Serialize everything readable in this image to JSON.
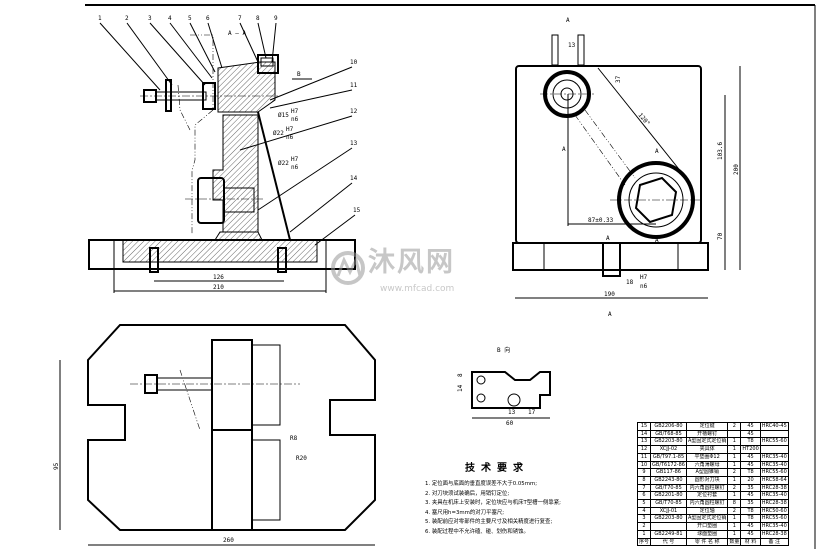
{
  "section_view": {
    "title": "A — A",
    "balloons": [
      "1",
      "2",
      "3",
      "4",
      "5",
      "6",
      "7",
      "8",
      "9",
      "10",
      "11",
      "12",
      "13",
      "14",
      "15"
    ],
    "fit_1": "Ø15",
    "fit_1_frac": [
      "H7",
      "n6"
    ],
    "fit_2": "Ø22",
    "fit_2_frac": [
      "H7",
      "n6"
    ],
    "fit_3": "Ø22",
    "fit_3_frac": [
      "H7",
      "n6"
    ],
    "view_marker": "B",
    "dim_inner": "126",
    "dim_outer": "210"
  },
  "side_view": {
    "section_marks": [
      "A",
      "A",
      "A",
      "A",
      "A",
      "A"
    ],
    "dim_13": "13",
    "dim_37": "37",
    "dim_angle": "120°",
    "dim_103": "103.6",
    "dim_200": "200",
    "dim_70": "70",
    "dim_87": "87±0.33",
    "dim_190": "190",
    "fit": "18",
    "fit_frac": [
      "H7",
      "n6"
    ]
  },
  "plan_view": {
    "dim_95": "95",
    "dim_260": "260",
    "dim_r8": "R8",
    "dim_r20": "R20"
  },
  "b_view": {
    "title": "B 向",
    "dim_14": "14",
    "dim_8": "8",
    "dim_13": "13",
    "dim_17": "17",
    "dim_60": "60"
  },
  "tech_req": {
    "title": "技术要求",
    "items": [
      "1. 定位面与底面的垂直度误差不大于0.05mm;",
      "2. 对刀块须试装确后，用销钉定位;",
      "3. 夹具在机床上安装时，定位块应与机床T型槽一侧靠紧;",
      "4. 塞尺用h=3mm的对刀平塞尺;",
      "5. 装配前应对零部件的主要尺寸及相关精度进行复查;",
      "6. 装配过程中不允许磕、碰、划伤和锈蚀。"
    ]
  },
  "parts_list": {
    "rows": [
      [
        "15",
        "GB2206-80",
        "定位键",
        "2",
        "45",
        "HRC40-45"
      ],
      [
        "14",
        "GB/T68-85",
        "开槽螺钉",
        "",
        "45",
        ""
      ],
      [
        "13",
        "GB2203-80",
        "A型固定式定位销",
        "1",
        "T8",
        "HRC55-60"
      ],
      [
        "12",
        "XCJJ-02",
        "夹具体",
        "1",
        "HT200",
        ""
      ],
      [
        "11",
        "GB/T97.1-85",
        "平垫圈Φ12",
        "1",
        "45",
        "HRC35-40"
      ],
      [
        "10",
        "GB/T6172-86",
        "六角薄螺母",
        "1",
        "45",
        "HRC35-40"
      ],
      [
        "9",
        "GB117-86",
        "A型圆锥销",
        "2",
        "T8",
        "HRC55-60"
      ],
      [
        "8",
        "GB2243-80",
        "圆形对刀块",
        "1",
        "20",
        "HRC58-64"
      ],
      [
        "7",
        "GB/T70-85",
        "内六角圆柱螺钉",
        "2",
        "35",
        "HRC28-38"
      ],
      [
        "6",
        "GB2201-80",
        "定位衬套",
        "1",
        "45",
        "HRC35-40"
      ],
      [
        "5",
        "GB/T70-85",
        "内六角圆柱螺钉",
        "8",
        "35",
        "HRC28-38"
      ],
      [
        "4",
        "XCJJ-01",
        "定位轴",
        "2",
        "T8",
        "HRC50-60"
      ],
      [
        "3",
        "GB2203-80",
        "A型固定式定位销",
        "1",
        "T8",
        "HRC55-60"
      ],
      [
        "2",
        "",
        "开口垫圈",
        "1",
        "45",
        "HRC35-40"
      ],
      [
        "1",
        "GB2249-81",
        "球面垫圈",
        "1",
        "45",
        "HRC28-38"
      ]
    ],
    "header": [
      "序号",
      "代 号",
      "零 件 名 称",
      "数量",
      "材 料",
      "备 注"
    ]
  },
  "watermark": {
    "name": "沐风网",
    "url": "www.mfcad.com"
  }
}
